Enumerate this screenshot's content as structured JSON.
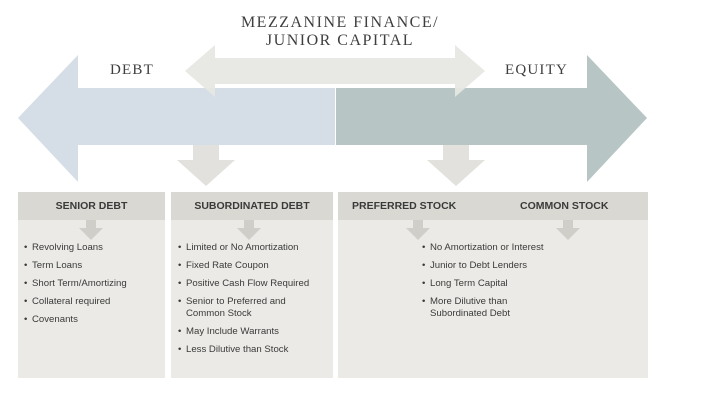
{
  "title": {
    "line1": "MEZZANINE FINANCE/",
    "line2": "JUNIOR CAPITAL"
  },
  "labels": {
    "debt": "DEBT",
    "equity": "EQUITY"
  },
  "colors": {
    "debt_arrow": "#d5dde6",
    "equity_arrow": "#b7c6c4",
    "mezz_arrow": "#e6e7e2",
    "panel": "#ebeae6",
    "header": "#d9d8d3",
    "down_arrow": "#cfcec9",
    "text": "#3a3a3a"
  },
  "columns": [
    {
      "header": "SENIOR DEBT",
      "items": [
        "Revolving Loans",
        "Term Loans",
        "Short Term/Amortizing",
        "Collateral required",
        "Covenants"
      ]
    },
    {
      "header": "SUBORDINATED DEBT",
      "items": [
        "Limited or No Amortization",
        "Fixed Rate Coupon",
        "Positive Cash Flow Required",
        "Senior to Preferred and Common Stock",
        "May Include Warrants",
        "Less Dilutive than Stock"
      ]
    },
    {
      "header_left": "PREFERRED STOCK",
      "header_right": "COMMON STOCK",
      "items": [
        "No Amortization or Interest",
        "Junior to Debt Lenders",
        "Long Term Capital",
        "More Dilutive than Subordinated Debt"
      ]
    }
  ]
}
